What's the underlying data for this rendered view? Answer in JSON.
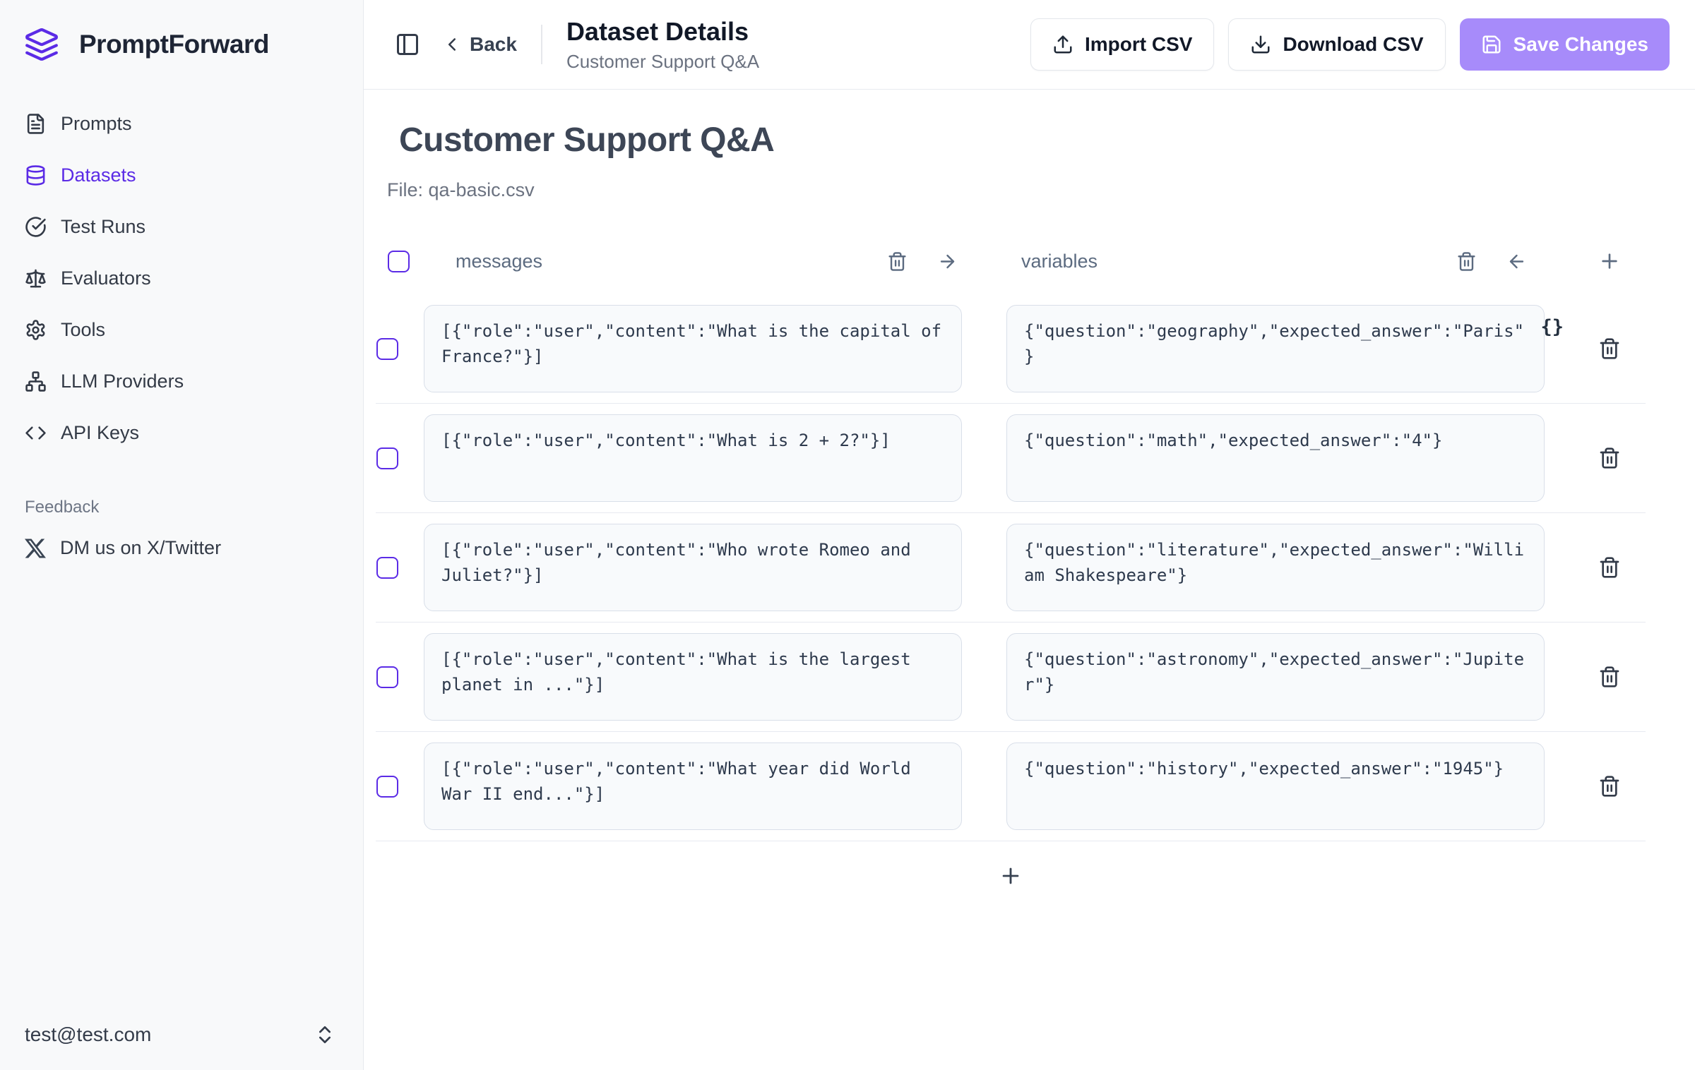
{
  "app": {
    "name": "PromptForward"
  },
  "sidebar": {
    "items": [
      {
        "label": "Prompts",
        "icon": "file-text-icon",
        "active": false
      },
      {
        "label": "Datasets",
        "icon": "database-icon",
        "active": true
      },
      {
        "label": "Test Runs",
        "icon": "circle-check-icon",
        "active": false
      },
      {
        "label": "Evaluators",
        "icon": "scale-icon",
        "active": false
      },
      {
        "label": "Tools",
        "icon": "gear-icon",
        "active": false
      },
      {
        "label": "LLM Providers",
        "icon": "network-icon",
        "active": false
      },
      {
        "label": "API Keys",
        "icon": "code-icon",
        "active": false
      }
    ],
    "feedback": {
      "section_label": "Feedback",
      "item_label": "DM us on X/Twitter",
      "icon": "x-twitter-icon"
    },
    "user": {
      "email": "test@test.com"
    }
  },
  "topbar": {
    "back_label": "Back",
    "title": "Dataset Details",
    "subtitle": "Customer Support Q&A",
    "import_label": "Import CSV",
    "download_label": "Download CSV",
    "save_label": "Save Changes"
  },
  "dataset": {
    "title": "Customer Support Q&A",
    "file_label": "File: qa-basic.csv",
    "columns": [
      "messages",
      "variables"
    ],
    "braces_badge": "{}",
    "rows": [
      {
        "messages": "[{\"role\":\"user\",\"content\":\"What is the capital of France?\"}]",
        "variables": "{\"question\":\"geography\",\"expected_answer\":\"Paris\"}"
      },
      {
        "messages": "[{\"role\":\"user\",\"content\":\"What is 2 + 2?\"}]",
        "variables": "{\"question\":\"math\",\"expected_answer\":\"4\"}"
      },
      {
        "messages": "[{\"role\":\"user\",\"content\":\"Who wrote Romeo and Juliet?\"}]",
        "variables": "{\"question\":\"literature\",\"expected_answer\":\"William Shakespeare\"}"
      },
      {
        "messages": "[{\"role\":\"user\",\"content\":\"What is the largest planet in ...\"}]",
        "variables": "{\"question\":\"astronomy\",\"expected_answer\":\"Jupiter\"}"
      },
      {
        "messages": "[{\"role\":\"user\",\"content\":\"What year did World War II end...\"}]",
        "variables": "{\"question\":\"history\",\"expected_answer\":\"1945\"}"
      }
    ]
  },
  "colors": {
    "accent": "#5b2be6",
    "save_button": "#a78bfa",
    "muted": "#5c6b80",
    "text_dark": "#1f2937"
  }
}
